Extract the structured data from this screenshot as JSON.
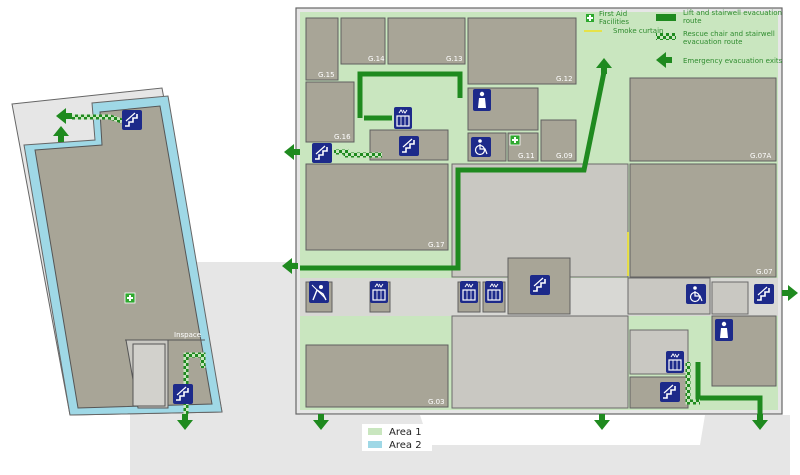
{
  "colors": {
    "area1": "#c9e6bf",
    "area2": "#9fd8e6",
    "evac_route": "#1f8a1f",
    "rescue_route": "#1f8a1f",
    "smoke_curtain": "#f0e020",
    "icon_blue": "#1d2a8a",
    "first_aid": "#2ea82e",
    "outside_ground": "#e6e6e6"
  },
  "legend": {
    "first_aid": "First Aid Facilities",
    "smoke_curtain": "Smoke curtain",
    "lift_route": "Lift and stairwell evacuation route",
    "rescue_route": "Rescue chair and stairwell evacuation route",
    "exits": "Emergency evacuation exits"
  },
  "areas": [
    {
      "label": "Area 1"
    },
    {
      "label": "Area 2"
    }
  ],
  "rooms": {
    "g14": "G.14",
    "g13": "G.13",
    "g15": "G.15",
    "g12": "G.12",
    "g16": "G.16",
    "g11": "G.11",
    "g09": "G.09",
    "g07a": "G.07A",
    "g17": "G.17",
    "g07": "G.07",
    "g03": "G.03",
    "inspace": "Inspace"
  },
  "icons": [
    "stairs-icon",
    "lift-icon",
    "toilet-icon",
    "accessible-toilet-icon",
    "first-aid-icon",
    "rescue-chair-icon",
    "exit-arrow-icon"
  ]
}
